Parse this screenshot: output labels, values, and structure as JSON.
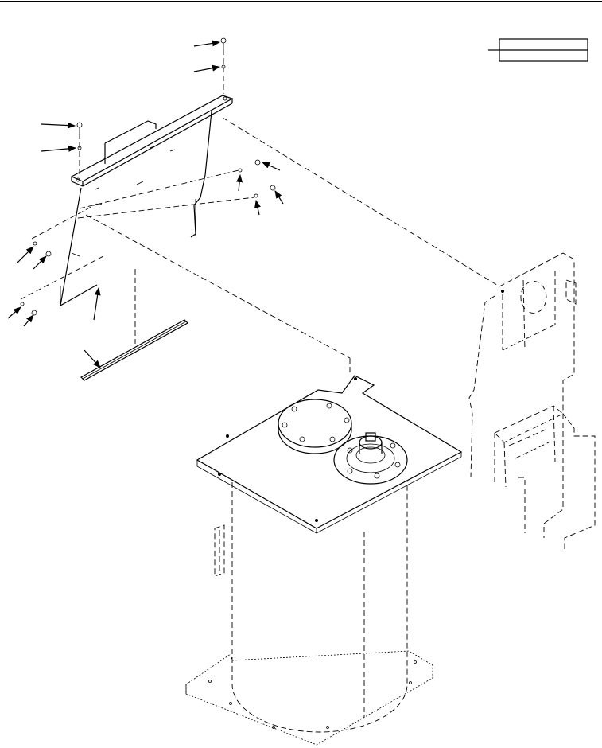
{
  "figure": {
    "title": "",
    "callout_box_text": "",
    "colors": {
      "ink": "#000000",
      "paper": "#ffffff"
    }
  },
  "callouts": [
    {
      "id": "washer-top"
    },
    {
      "id": "bolt-top"
    },
    {
      "id": "bolt-left"
    },
    {
      "id": "washer-left"
    },
    {
      "id": "bolt-right-upper"
    },
    {
      "id": "washer-right-upper"
    },
    {
      "id": "bolt-right-lower"
    },
    {
      "id": "washer-right-lower"
    },
    {
      "id": "washer-front-upper"
    },
    {
      "id": "bolt-front-upper"
    },
    {
      "id": "washer-front-lower"
    },
    {
      "id": "bolt-front-lower"
    },
    {
      "id": "panel"
    },
    {
      "id": "seal-strip"
    }
  ]
}
